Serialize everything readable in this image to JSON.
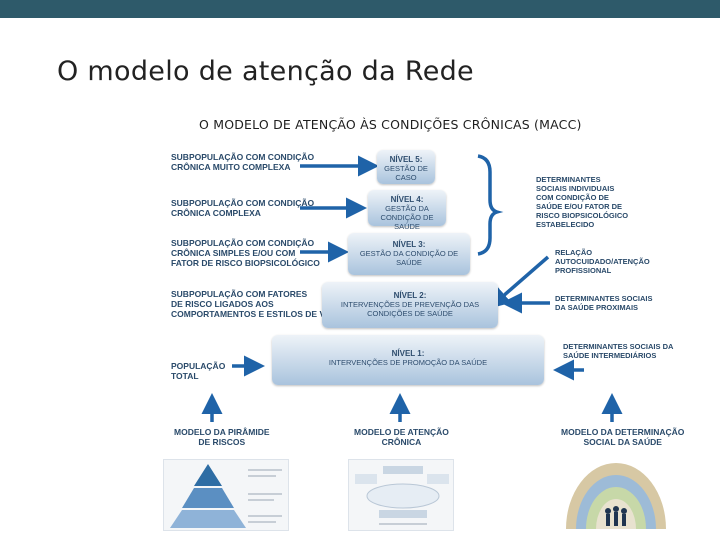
{
  "slide": {
    "title": "O modelo de atenção da Rede",
    "subtitle": "O MODELO DE ATENÇÃO ÀS CONDIÇÕES CRÔNICAS (MACC)"
  },
  "left_labels": [
    "SUBPOPULAÇÃO COM CONDIÇÃO\nCRÔNICA MUITO COMPLEXA",
    "SUBPOPULAÇÃO COM CONDIÇÃO\nCRÔNICA COMPLEXA",
    "SUBPOPULAÇÃO COM CONDIÇÃO\nCRÔNICA SIMPLES E/OU COM\nFATOR DE RISCO BIOPSICOLÓGICO",
    "SUBPOPULAÇÃO COM FATORES\nDE RISCO LIGADOS AOS\nCOMPORTAMENTOS E ESTILOS DE VIDA",
    "POPULAÇÃO\nTOTAL"
  ],
  "levels": [
    {
      "name": "NÍVEL 5:",
      "desc": "GESTÃO DE CASO"
    },
    {
      "name": "NÍVEL 4:",
      "desc": "GESTÃO DA CONDIÇÃO DE SAÚDE"
    },
    {
      "name": "NÍVEL 3:",
      "desc": "GESTÃO DA CONDIÇÃO DE SAÚDE"
    },
    {
      "name": "NÍVEL 2:",
      "desc": "INTERVENÇÕES DE PREVENÇÃO DAS CONDIÇÕES DE SAÚDE"
    },
    {
      "name": "NÍVEL 1:",
      "desc": "INTERVENÇÕES DE PROMOÇÃO DA SAÚDE"
    }
  ],
  "right_labels": [
    "DETERMINANTES\nSOCIAIS INDIVIDUAIS\nCOM CONDIÇÃO DE\nSAÚDE E/OU FATOR DE\nRISCO BIOPSICOLÓGICO\nESTABELECIDO",
    "RELAÇÃO\nAUTOCUIDADO/ATENÇÃO\nPROFISSIONAL",
    "DETERMINANTES SOCIAIS\nDA SAÚDE PROXIMAIS",
    "DETERMINANTES SOCIAIS DA\nSAÚDE INTERMEDIÁRIOS"
  ],
  "source_models": [
    "MODELO DA PIRÂMIDE\nDE RISCOS",
    "MODELO DE ATENÇÃO\nCRÔNICA",
    "MODELO DA DETERMINAÇÃO\nSOCIAL DA SAÚDE"
  ],
  "colors": {
    "header_bar": "#2e5a6a",
    "arrow": "#1f63a8",
    "label_text": "#2a4a6a"
  }
}
